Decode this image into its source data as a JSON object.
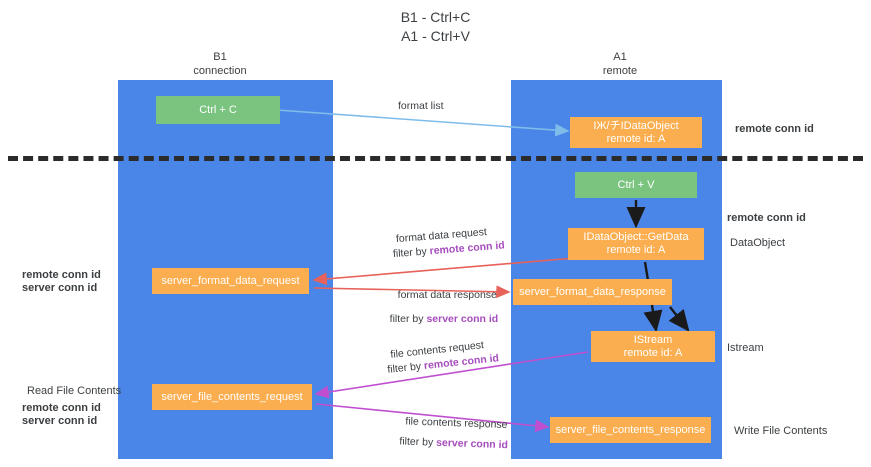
{
  "title": "B1 - Ctrl+C\nA1 - Ctrl+V",
  "columns": {
    "left": "B1\nconnection",
    "right": "A1\nremote"
  },
  "colors": {
    "lane": "#4a86e8",
    "green_node": "#7ac47f",
    "orange_node": "#fbae4f",
    "remote_conn_id": "#a64dbd",
    "server_conn_id": "#6aa84f",
    "arrow_format_list": "#7fbcea",
    "arrow_format_data": "#e8615a",
    "arrow_file_contents": "#c04fd0",
    "arrow_black": "#1a1a1a",
    "separator": "#2b2b2b"
  },
  "nodes": {
    "ctrl_c": "Ctrl + C",
    "ctrl_v": "Ctrl + V",
    "idataobject_title": "ΙЖ/チIDataObject",
    "idataobject_sub": "remote id: A",
    "getdata_title": "IDataObject::GetData",
    "getdata_sub": "remote id: A",
    "istream_title": "IStream",
    "istream_sub": "remote id: A",
    "server_format_data_request": "server_format_data_request",
    "server_format_data_response": "server_format_data_response",
    "server_file_contents_request": "server_file_contents_request",
    "server_file_contents_response": "server_file_contents_response"
  },
  "edge_labels": {
    "format_list": "format list",
    "format_data_request": "format data request",
    "format_data_request_filter_prefix": "filter by ",
    "format_data_request_filter_key": "remote conn id",
    "format_data_response": "format data response",
    "format_data_response_filter_prefix": "filter by ",
    "format_data_response_filter_key": "server conn id",
    "file_contents_request": "file contents request",
    "file_contents_request_filter_prefix": "filter by ",
    "file_contents_request_filter_key": "remote conn id",
    "file_contents_response": "file contents response",
    "file_contents_response_filter_prefix": "filter by ",
    "file_contents_response_filter_key": "server conn id"
  },
  "side_labels": {
    "right_remote_conn_id_top": "remote conn id",
    "right_remote_conn_id_mid": "remote conn id",
    "right_dataobject": "DataObject",
    "right_istream": "Istream",
    "right_write_file_contents": "Write File Contents",
    "left_remote_conn_id": "remote conn id",
    "left_server_conn_id": "server conn id",
    "left_read_file_contents": "Read File Contents",
    "left_bottom_remote_conn_id": "remote conn id",
    "left_bottom_server_conn_id": "server conn id"
  }
}
